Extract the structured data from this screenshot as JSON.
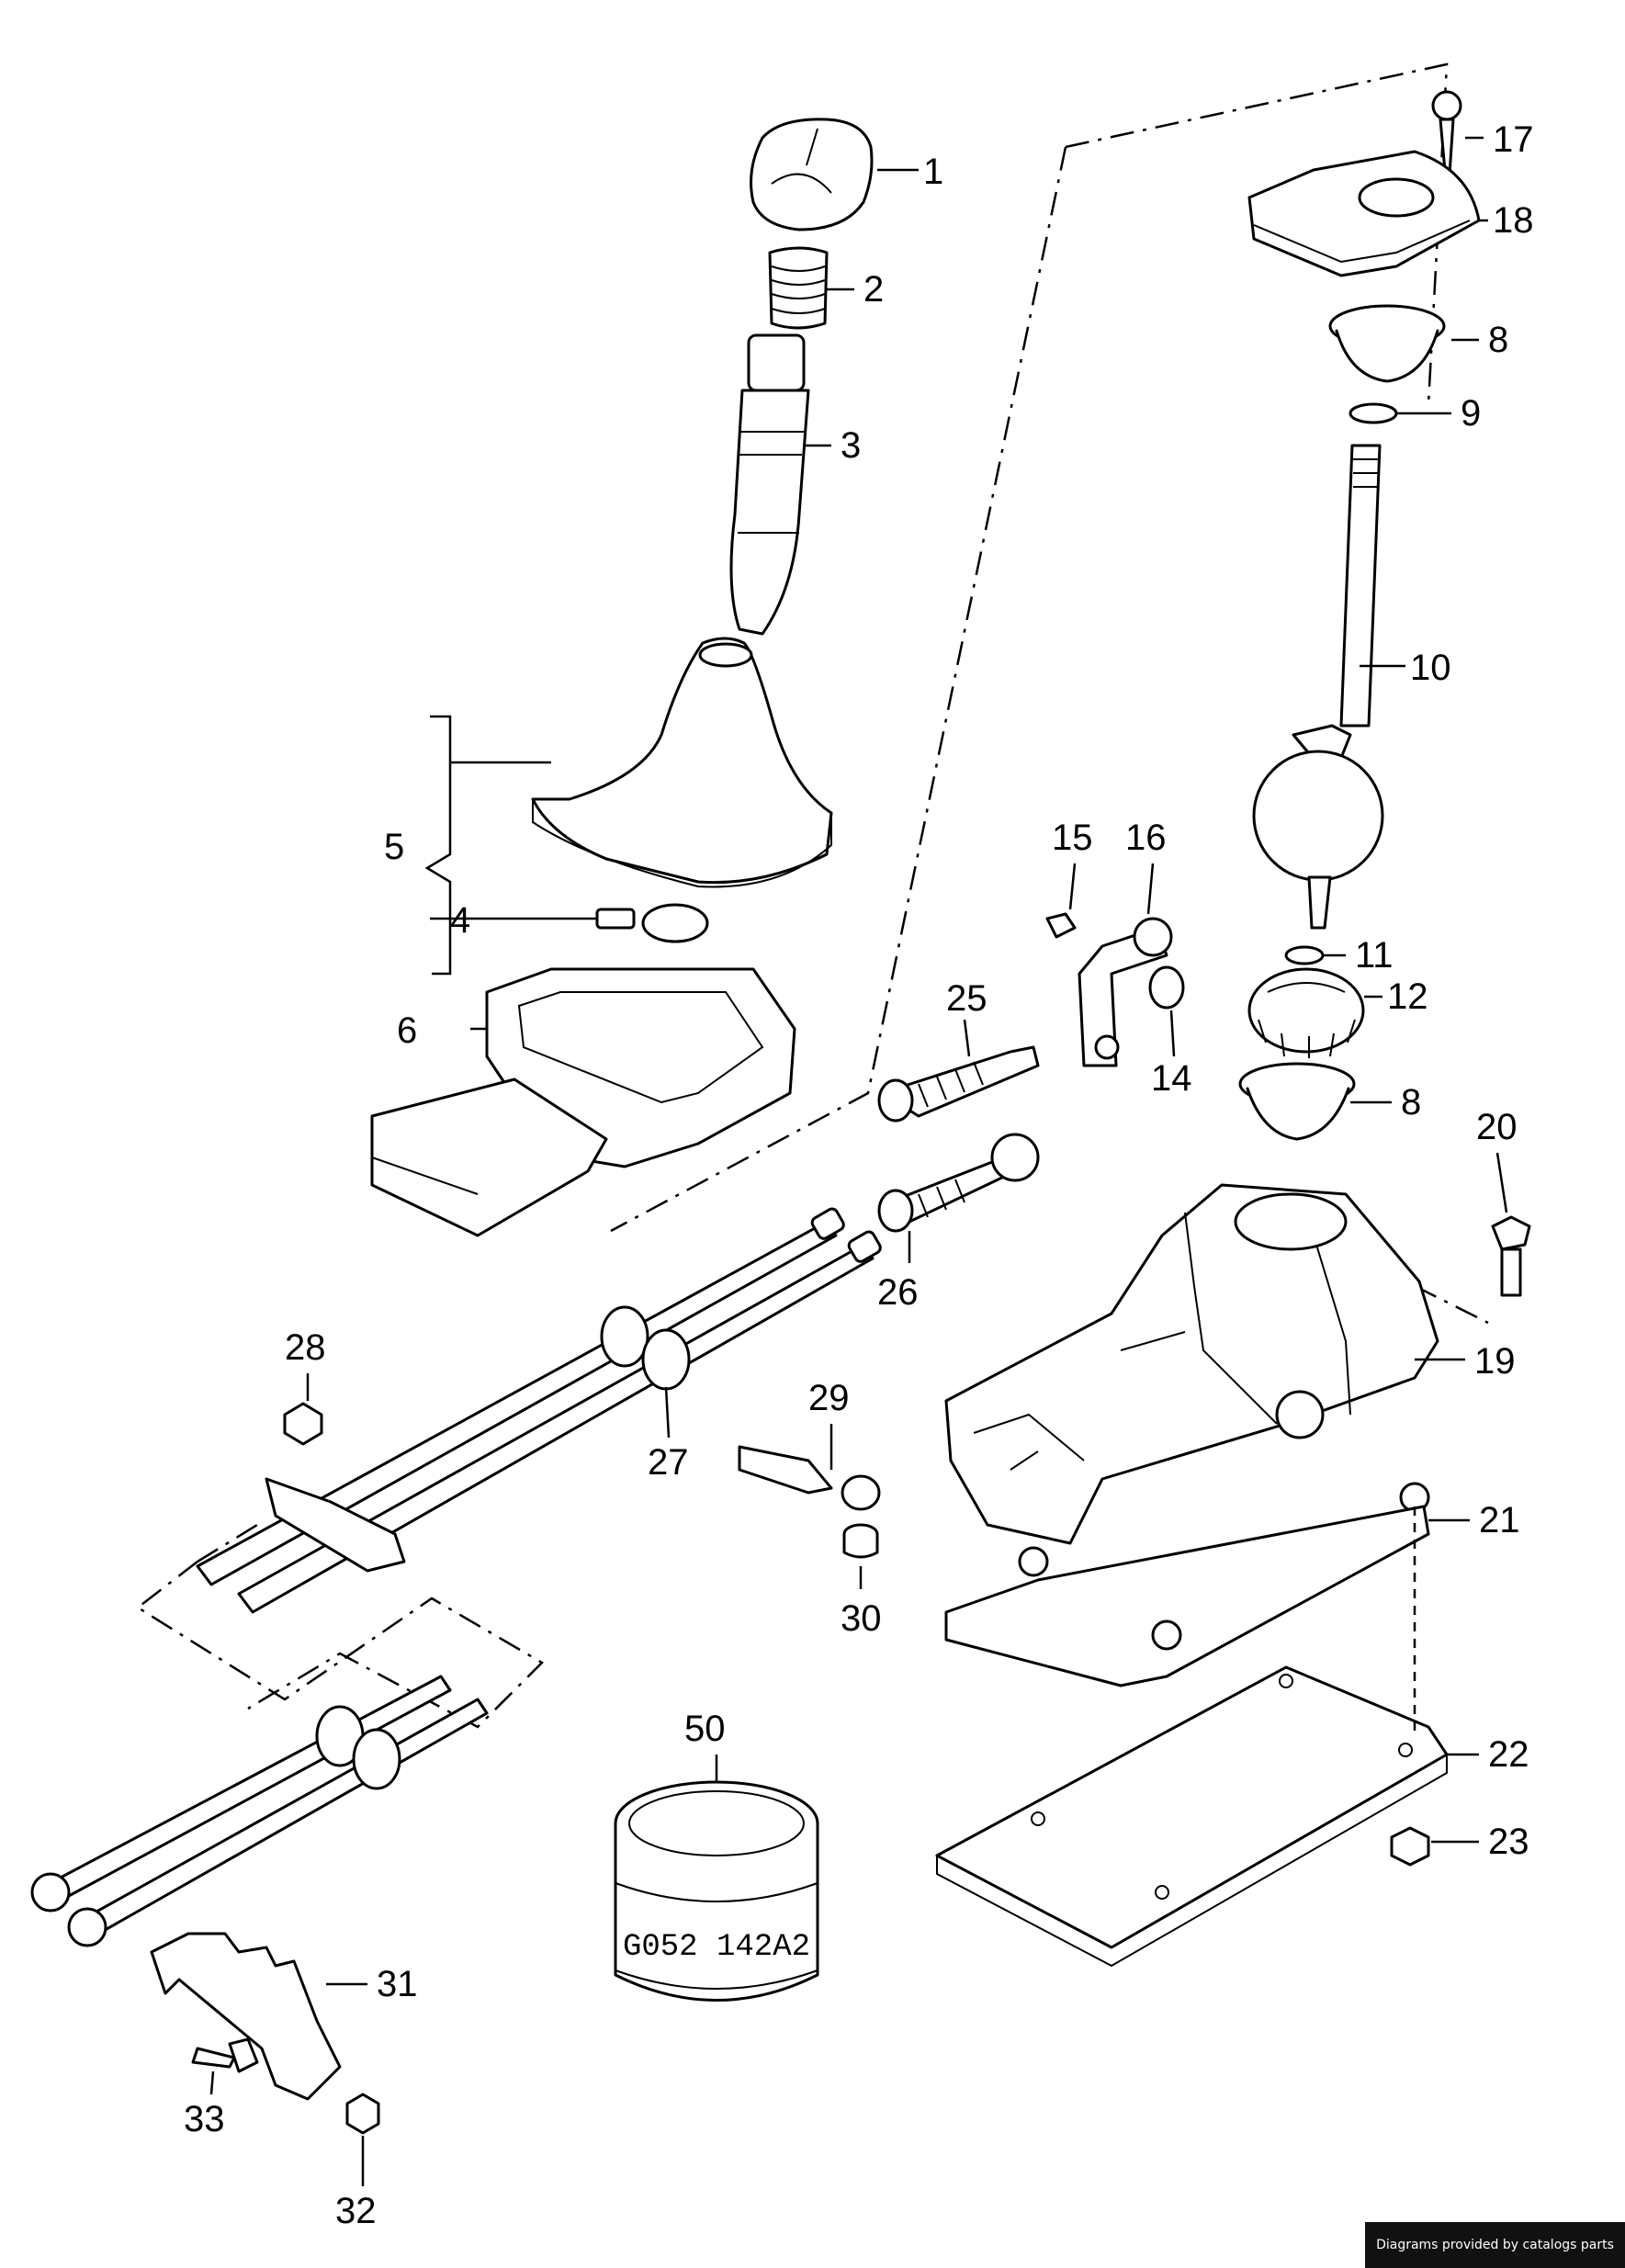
{
  "diagram": {
    "stamp_text": "G052 142A2",
    "credit": "Diagrams provided by catalogs parts",
    "callouts": [
      "1",
      "2",
      "3",
      "4",
      "5",
      "6",
      "8",
      "9",
      "10",
      "11",
      "12",
      "14",
      "15",
      "16",
      "17",
      "18",
      "8",
      "19",
      "20",
      "21",
      "22",
      "23",
      "25",
      "26",
      "27",
      "28",
      "29",
      "30",
      "31",
      "32",
      "33",
      "50"
    ]
  }
}
